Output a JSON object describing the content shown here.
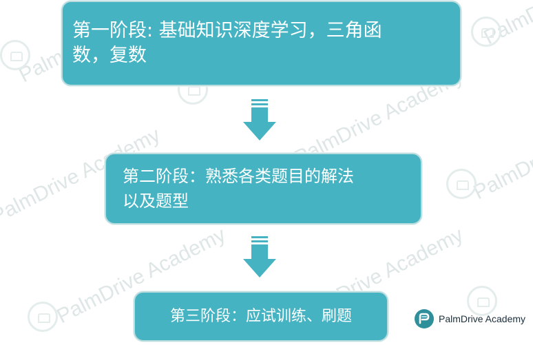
{
  "colors": {
    "box_fill": "#45b3c2",
    "box_border": "#b9dcdf",
    "arrow": "#45b3c2",
    "text": "#ffffff",
    "watermark": "#dfe6e6"
  },
  "stages": [
    {
      "label": "第一阶段: 基础知识深度学习，三角函\n数，复数"
    },
    {
      "label": "第二阶段：熟悉各类题目的解法\n以及题型"
    },
    {
      "label": "第三阶段：应试训练、刷题"
    }
  ],
  "brand": {
    "name": "PalmDrive Academy"
  },
  "watermark_text": "PalmDrive Academy"
}
